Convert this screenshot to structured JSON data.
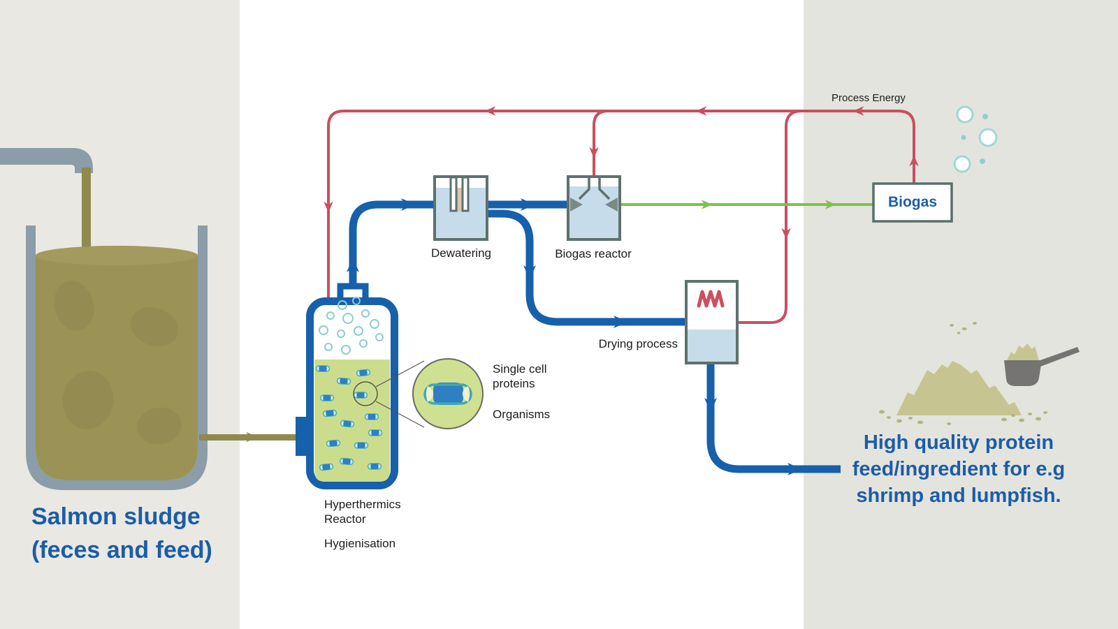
{
  "diagram": {
    "source_label": "Salmon sludge\n(feces and feed)",
    "annotations": {
      "process_energy": "Process Energy",
      "single_cell_proteins": "Single cell\nproteins",
      "organisms": "Organisms"
    },
    "nodes": {
      "dewatering": "Dewatering",
      "biogas_reactor": "Biogas reactor",
      "drying_process": "Drying process",
      "biogas": "Biogas",
      "hyperthermics_reactor": "Hyperthermics\nReactor",
      "hygienisation": "Hygienisation"
    },
    "output_label": "High quality protein\nfeed/ingredient for e.g\nshrimp and lumpfish."
  },
  "colors": {
    "pipe_blue": "#1660ac",
    "heading_blue": "#1b5da8",
    "energy_red": "#c8505f",
    "gas_green": "#7cc24a",
    "sludge_olive": "#9b9255",
    "pipe_olive": "#8f8a4d",
    "steel_gray": "#8a9da8",
    "box_border": "#5f716e",
    "water_blue": "#c6dcea",
    "culture_green": "#cbdd8c",
    "magnifier_green": "#cfe092",
    "powder_tan": "#c6c592",
    "scoop_gray": "#757472",
    "panel_left": "#e9e8e2",
    "panel_right": "#e4e4de"
  }
}
